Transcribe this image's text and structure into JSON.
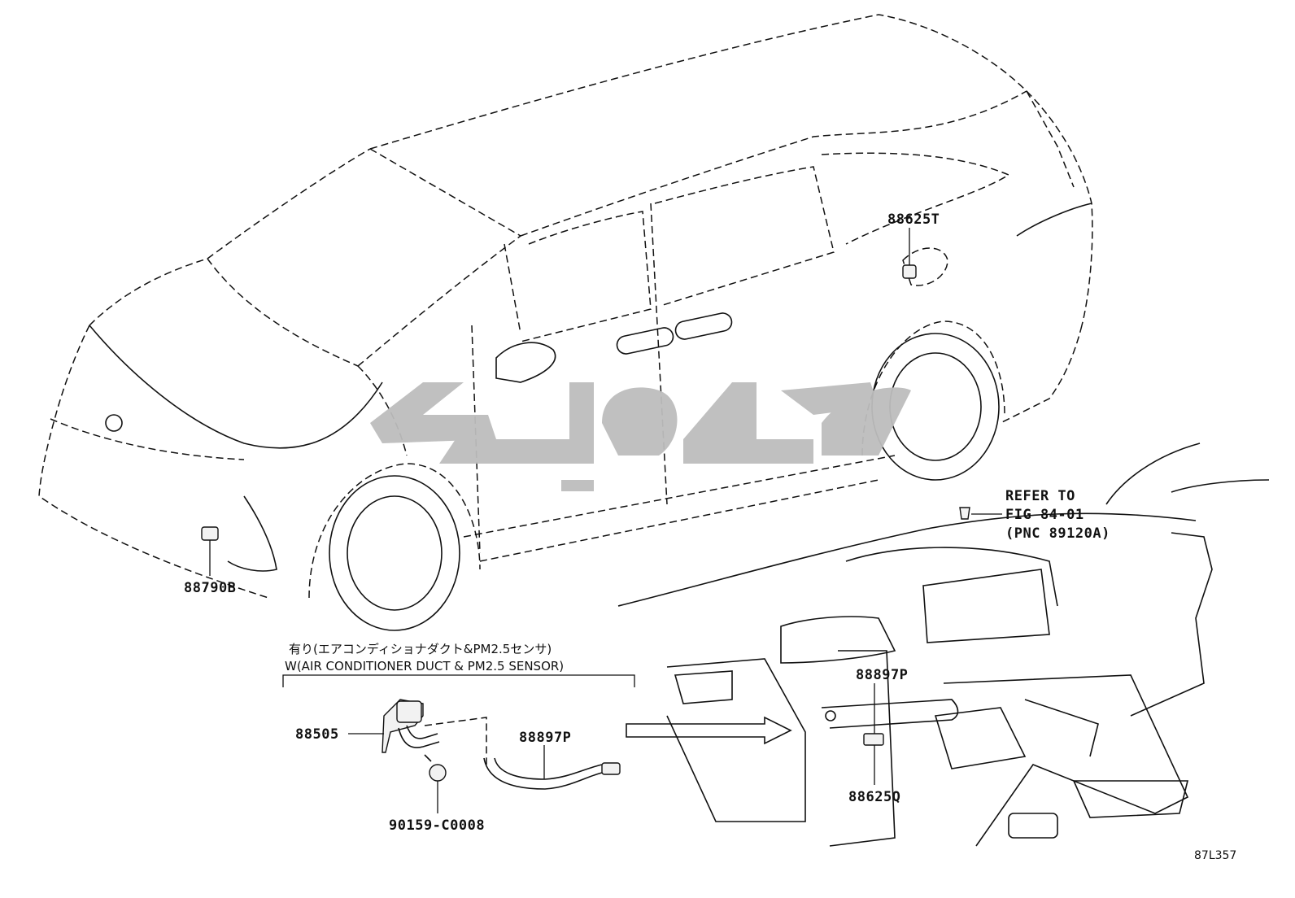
{
  "callouts": {
    "p88625T": "88625T",
    "p88790B": "88790B",
    "p88897P_dash": "88897P",
    "p88625Q": "88625Q",
    "p88505": "88505",
    "p88897P_detail": "88897P",
    "p90159": "90159-C0008"
  },
  "refer": {
    "line1": "REFER TO",
    "line2": "FIG 84-01",
    "line3": "(PNC 89120A)"
  },
  "option_note": {
    "jp": "有り(エアコンディショナダクト&PM2.5センサ)",
    "en": "W(AIR CONDITIONER DUCT & PM2.5 SENSOR)"
  },
  "figure_code": "87L357",
  "watermark_color": "#bdbdbd"
}
